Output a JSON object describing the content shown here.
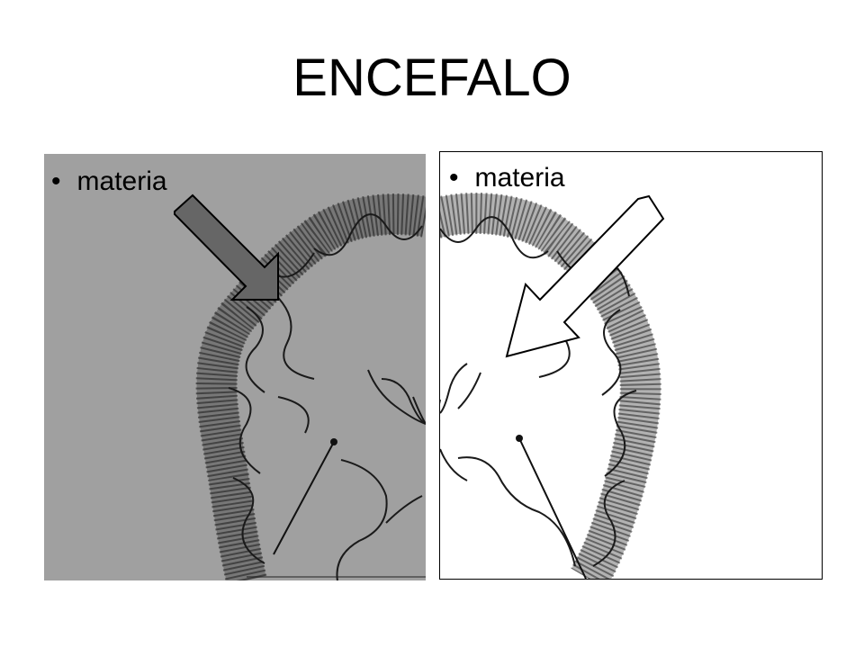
{
  "slide": {
    "title": "ENCEFALO"
  },
  "left_panel": {
    "bullet_marker": "•",
    "bullet_text": "materia",
    "background_color": "#a0a0a0",
    "arrow_color": "#666666"
  },
  "right_panel": {
    "bullet_marker": "•",
    "bullet_text": "materia",
    "background_color": "#ffffff",
    "arrow_color": "#ffffff"
  },
  "illustration": {
    "subject": "coronal brain section (cerebral hemispheres)",
    "icon": "brain-section-drawing"
  }
}
